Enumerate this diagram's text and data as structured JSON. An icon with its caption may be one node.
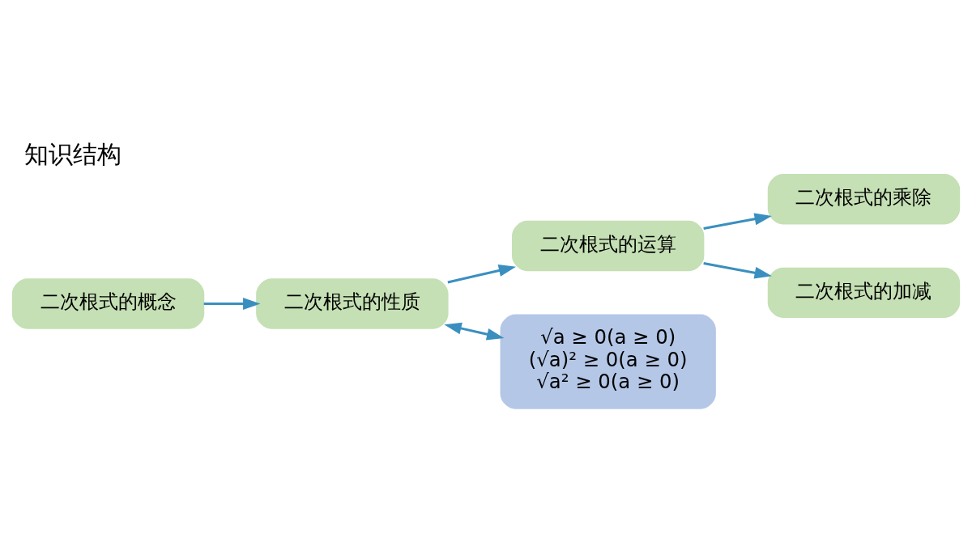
{
  "diagram": {
    "title": "知识结构",
    "nodes": [
      {
        "text": [
          "二次根式的概念"
        ]
      },
      {
        "text": [
          "二次根式的性质"
        ]
      },
      {
        "text": [
          "二次根式的运算"
        ]
      },
      {
        "text": [
          "√a ≥ 0(a ≥ 0)",
          "(√a)² ≥ 0(a ≥ 0)",
          "√a² ≥ 0(a ≥ 0)"
        ]
      },
      {
        "text": [
          "二次根式的乘除"
        ]
      },
      {
        "text": [
          "二次根式的加减"
        ]
      }
    ],
    "edges": [
      {
        "from": 0,
        "to": 1,
        "arrow": "to"
      },
      {
        "from": 1,
        "to": 2,
        "arrow": "to"
      },
      {
        "from": 1,
        "to": 3,
        "arrow": "both"
      },
      {
        "from": 2,
        "to": 4,
        "arrow": "to"
      },
      {
        "from": 2,
        "to": 5,
        "arrow": "to"
      }
    ]
  }
}
